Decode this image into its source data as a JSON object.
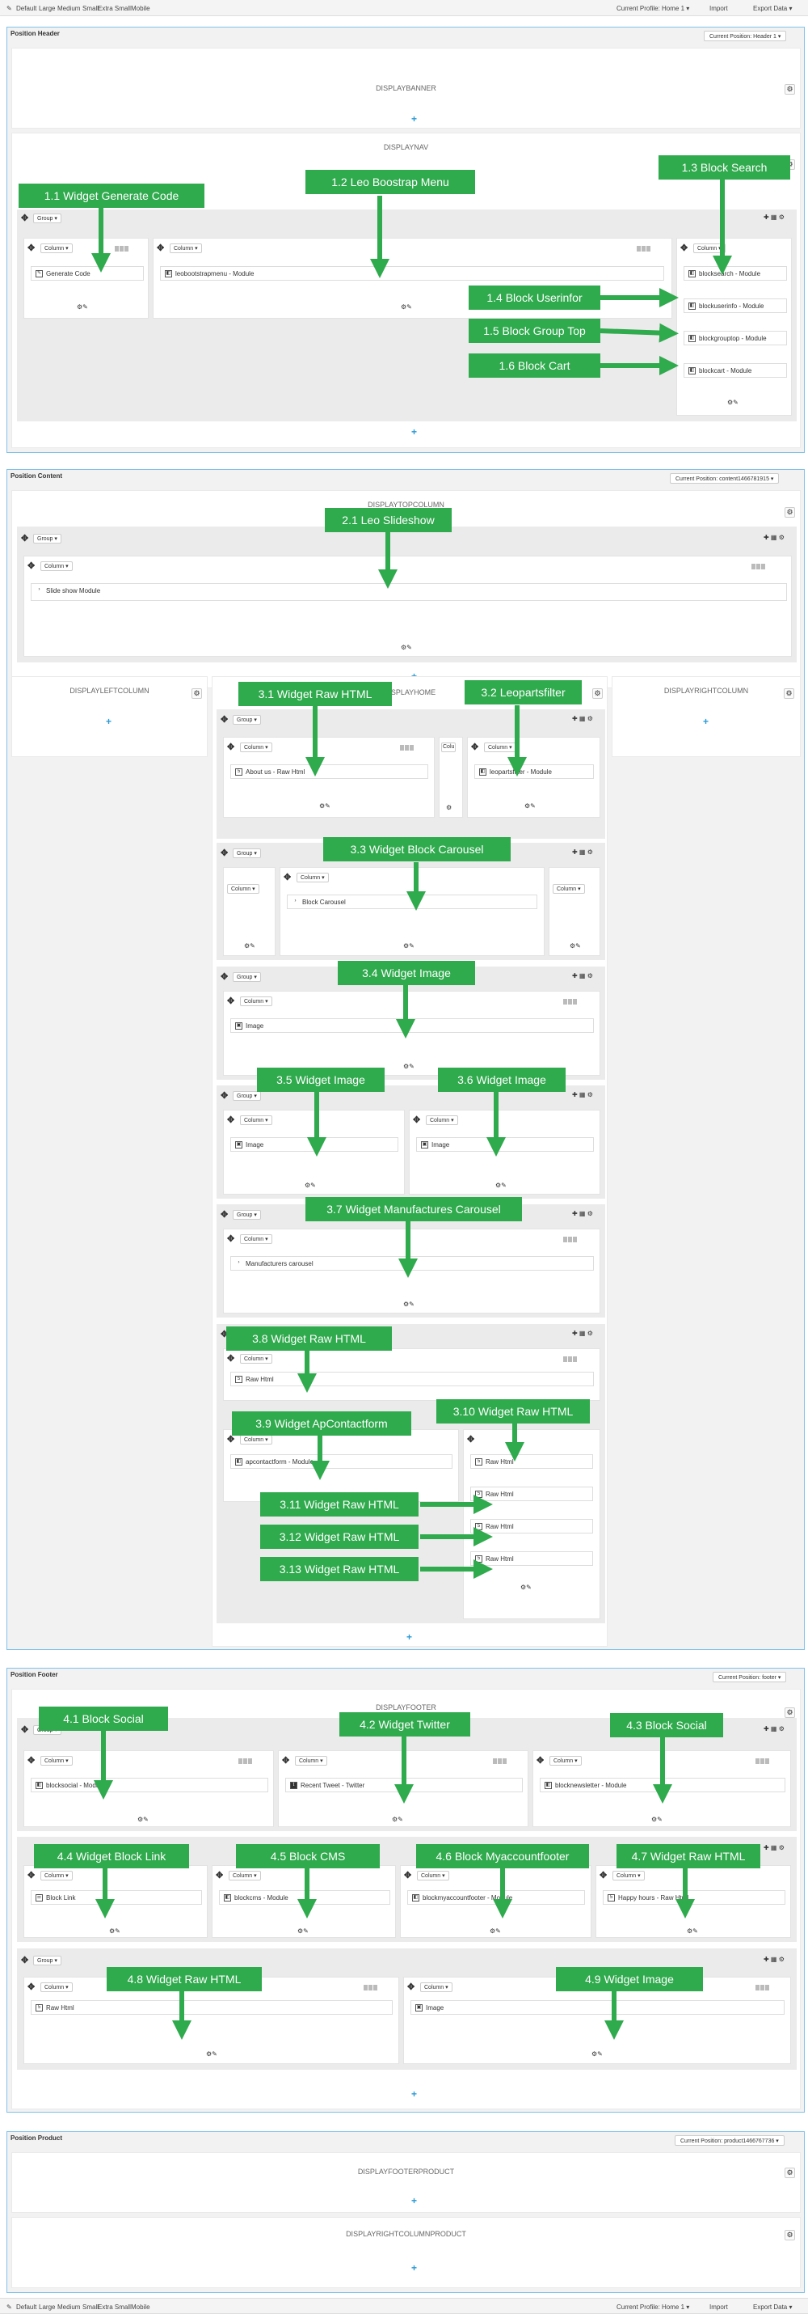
{
  "toolbar": {
    "sizes": [
      "Default",
      "Large",
      "Medium",
      "Small",
      "Extra Small",
      "Mobile"
    ],
    "current_profile": "Current Profile: Home 1 ▾",
    "import": "Import",
    "export": "Export Data ▾"
  },
  "common": {
    "group": "Group ▾",
    "column": "Column ▾",
    "colu": "Colu"
  },
  "header": {
    "title": "Position Header",
    "current_position": "Current Position: Header 1 ▾",
    "hooks": {
      "banner": "DISPLAYBANNER",
      "nav": "DISPLAYNAV"
    },
    "modules": {
      "generate_code": "Generate Code",
      "leobootstrapmenu": "leobootstrapmenu - Module",
      "blocksearch": "blocksearch - Module",
      "blockuserinfo": "blockuserinfo - Module",
      "blockgrouptop": "blockgrouptop - Module",
      "blockcart": "blockcart - Module"
    },
    "callouts": [
      "1.1 Widget Generate Code",
      "1.2 Leo Boostrap Menu",
      "1.3 Block Search",
      "1.4 Block Userinfor",
      "1.5 Block Group Top",
      "1.6 Block Cart"
    ]
  },
  "content": {
    "title": "Position Content",
    "current_position": "Current Position: content1466781915 ▾",
    "hooks": {
      "top": "DISPLAYTOPCOLUMN",
      "left": "DISPLAYLEFTCOLUMN",
      "home": "DISPLAYHOME",
      "right": "DISPLAYRIGHTCOLUMN"
    },
    "modules": {
      "slideshow": "Slide show Module",
      "about": "About us - Raw Html",
      "leopartsfilter": "leopartsfilter - Module",
      "block_carousel": "Block Carousel",
      "image": "Image",
      "manufacturers": "Manufacturers carousel",
      "raw_html": "Raw Html",
      "apcontactform": "apcontactform - Module"
    },
    "callouts": [
      "2.1 Leo Slideshow",
      "3.1 Widget Raw HTML",
      "3.2 Leopartsfilter",
      "3.3 Widget Block Carousel",
      "3.4 Widget Image",
      "3.5 Widget Image",
      "3.6 Widget Image",
      "3.7 Widget Manufactures Carousel",
      "3.8 Widget Raw HTML",
      "3.9 Widget ApContactform",
      "3.10 Widget Raw HTML",
      "3.11 Widget Raw HTML",
      "3.12 Widget Raw HTML",
      "3.13 Widget Raw HTML"
    ]
  },
  "footer": {
    "title": "Position Footer",
    "current_position": "Current Position: footer ▾",
    "hooks": {
      "footer": "DISPLAYFOOTER"
    },
    "modules": {
      "blocksocial": "blocksocial - Module",
      "twitter": "Recent Tweet - Twitter",
      "blocknewsletter": "blocknewsletter - Module",
      "block_link": "Block Link",
      "blockcms": "blockcms - Module",
      "blockmyaccountfooter": "blockmyaccountfooter - Module",
      "happy_hours": "Happy hours - Raw Html",
      "raw_html": "Raw Html",
      "image": "Image"
    },
    "callouts": [
      "4.1 Block Social",
      "4.2 Widget Twitter",
      "4.3 Block Social",
      "4.4 Widget Block Link",
      "4.5 Block CMS",
      "4.6 Block Myaccountfooter",
      "4.7 Widget Raw HTML",
      "4.8 Widget Raw HTML",
      "4.9 Widget Image"
    ]
  },
  "product": {
    "title": "Position Product",
    "current_position": "Current Position: product1466767736 ▾",
    "hooks": {
      "footer_product": "DISPLAYFOOTERPRODUCT",
      "right_product": "DISPLAYRIGHTCOLUMNPRODUCT"
    }
  },
  "colors": {
    "accent": "#2faa4d",
    "section_border": "#7ec1ea",
    "add_blue": "#2a9ad6"
  }
}
